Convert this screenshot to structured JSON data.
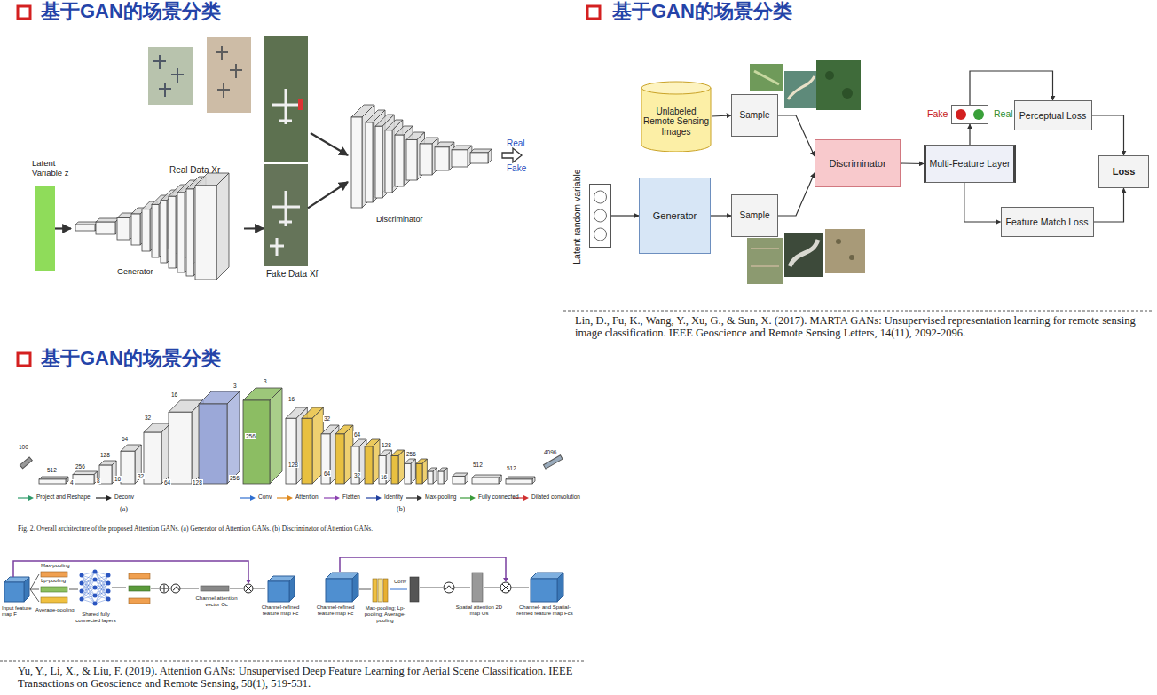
{
  "diagram": {
    "title": "基于GAN的场景分类",
    "nodes": [
      {
        "text": [
          "Latent Variable z"
        ]
      },
      {
        "text": [
          "Generator"
        ]
      },
      {
        "text": [
          "Real Data Xr"
        ]
      },
      {
        "text": [
          "Fake Data Xf"
        ]
      },
      {
        "text": [
          "Discriminator"
        ]
      },
      {
        "text": [
          "Latent random variable"
        ]
      },
      {
        "text": [
          "Unlabeled Remote Sensing Images"
        ]
      },
      {
        "text": [
          "Sample"
        ]
      },
      {
        "text": [
          "Generator"
        ]
      },
      {
        "text": [
          "Sample"
        ]
      },
      {
        "text": [
          "Discriminator"
        ]
      },
      {
        "text": [
          "Multi-Feature Layer"
        ]
      },
      {
        "text": [
          "Fake",
          "Real"
        ]
      },
      {
        "text": [
          "Perceptual Loss"
        ]
      },
      {
        "text": [
          "Feature Match Loss"
        ]
      },
      {
        "text": [
          "Loss"
        ]
      }
    ],
    "edges": [
      {
        "from": 0,
        "to": 1,
        "arrow": "to"
      },
      {
        "from": 1,
        "to": 3,
        "arrow": "to"
      },
      {
        "from": 2,
        "to": 4,
        "arrow": "to"
      },
      {
        "from": 3,
        "to": 4,
        "arrow": "to"
      },
      {
        "from": 6,
        "to": 7,
        "arrow": "to"
      },
      {
        "from": 7,
        "to": 10,
        "arrow": "to"
      },
      {
        "from": 5,
        "to": 8,
        "arrow": "to"
      },
      {
        "from": 8,
        "to": 9,
        "arrow": "to"
      },
      {
        "from": 9,
        "to": 10,
        "arrow": "to"
      },
      {
        "from": 10,
        "to": 11,
        "arrow": "to"
      },
      {
        "from": 11,
        "to": 12,
        "arrow": "to"
      },
      {
        "from": 12,
        "to": 13,
        "arrow": "to"
      },
      {
        "from": 11,
        "to": 14,
        "arrow": "to"
      },
      {
        "from": 13,
        "to": 15,
        "arrow": "to"
      },
      {
        "from": 14,
        "to": 15,
        "arrow": "to"
      }
    ],
    "labels": [
      "基于GAN的场景分类",
      "基于GAN的场景分类",
      "Real",
      "Fake",
      "Lin, D., Fu, K., Wang, Y., Xu, G., & Sun, X. (2017). MARTA GANs: Unsupervised representation learning for remote sensing image classification. IEEE Geoscience and Remote Sensing Letters, 14(11), 2092-2096.",
      "(a)",
      "(b)",
      "Fig. 2. Overall architecture of the proposed Attention GANs. (a) Generator of Attention GANs. (b) Discriminator of Attention GANs.",
      "Input feature map F",
      "Max-pooling",
      "Lp-pooling",
      "Average-pooling",
      "Shared fully connected layers",
      "Channel attention vector Oc",
      "Channel-refined feature map Fc",
      "Channel-refined feature map Fc",
      "Max-pooling; Lp-pooling; Average-pooling",
      "Conv",
      "Spatial attention 2D map Os",
      "Channel- and Spatial-refined feature map Fcs",
      "Yu, Y., Li, X., & Liu, F. (2019). Attention GANs: Unsupervised Deep Feature Learning for Aerial Scene Classification. IEEE Transactions on Geoscience and Remote Sensing, 58(1), 519-531.",
      "100",
      "512",
      "4",
      "256",
      "8",
      "128",
      "16",
      "64",
      "32",
      "32",
      "64",
      "16",
      "128",
      "3",
      "256",
      "3",
      "256",
      "16",
      "128",
      "32",
      "64",
      "64",
      "32",
      "128",
      "16",
      "256",
      "512",
      "512",
      "4096"
    ],
    "legend": [
      {
        "text": "Project and Reshape"
      },
      {
        "text": "Deconv"
      },
      {
        "text": "Conv"
      },
      {
        "text": "Attention"
      },
      {
        "text": "Flatten"
      },
      {
        "text": "Identity"
      },
      {
        "text": "Max-pooling"
      },
      {
        "text": "Fully connected"
      },
      {
        "text": "Dilated convolution"
      }
    ]
  }
}
